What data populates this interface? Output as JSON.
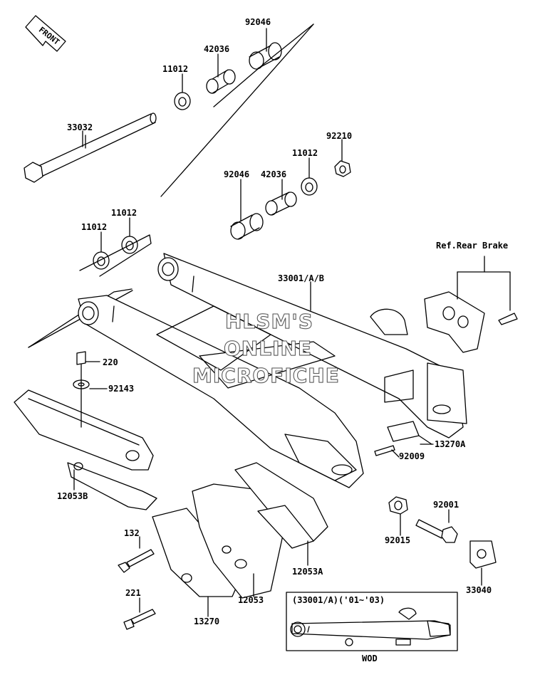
{
  "front_label": "FRONT",
  "watermark": {
    "line1": "HLSM'S",
    "line2": "ONLINE",
    "line3": "MICROFICHE"
  },
  "ref_label": "Ref.Rear Brake",
  "inset": {
    "title": "(33001/A)('01~'03)",
    "caption": "WOD"
  },
  "parts": {
    "p92046a": "92046",
    "p42036a": "42036",
    "p11012a": "11012",
    "p33032": "33032",
    "p92210": "92210",
    "p11012b": "11012",
    "p42036b": "42036",
    "p92046b": "92046",
    "p11012c": "11012",
    "p11012d": "11012",
    "p33001": "33001/A/B",
    "p220": "220",
    "p92143": "92143",
    "p12053B": "12053B",
    "p92009": "92009",
    "p13270A": "13270A",
    "p92001": "92001",
    "p92015": "92015",
    "p132": "132",
    "p12053A": "12053A",
    "p33040": "33040",
    "p221": "221",
    "p12053": "12053",
    "p13270": "13270"
  }
}
